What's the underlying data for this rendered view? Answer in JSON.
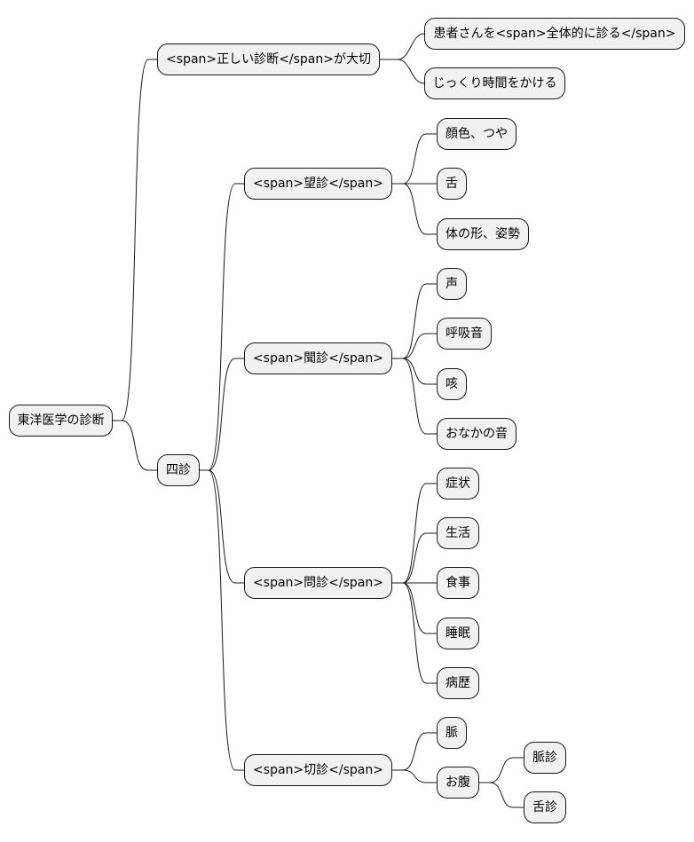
{
  "diagram": {
    "type": "mindmap",
    "root": {
      "label": "東洋医学の診断",
      "children": [
        {
          "label": "<span>正しい診断</span>が大切",
          "children": [
            {
              "label": "患者さんを<span>全体的に診る</span>"
            },
            {
              "label": "じっくり時間をかける"
            }
          ]
        },
        {
          "label": "四診",
          "children": [
            {
              "label": "<span>望診</span>",
              "children": [
                {
                  "label": "顔色、つや"
                },
                {
                  "label": "舌"
                },
                {
                  "label": "体の形、姿勢"
                }
              ]
            },
            {
              "label": "<span>聞診</span>",
              "children": [
                {
                  "label": "声"
                },
                {
                  "label": "呼吸音"
                },
                {
                  "label": "咳"
                },
                {
                  "label": "おなかの音"
                }
              ]
            },
            {
              "label": "<span>問診</span>",
              "children": [
                {
                  "label": "症状"
                },
                {
                  "label": "生活"
                },
                {
                  "label": "食事"
                },
                {
                  "label": "睡眠"
                },
                {
                  "label": "病歴"
                }
              ]
            },
            {
              "label": "<span>切診</span>",
              "children": [
                {
                  "label": "脈"
                },
                {
                  "label": "お腹",
                  "children": [
                    {
                      "label": "脈診"
                    },
                    {
                      "label": "舌診"
                    }
                  ]
                }
              ]
            }
          ]
        }
      ]
    }
  },
  "colors": {
    "node_fill": "#f1f1f1",
    "node_border": "#181818",
    "edge": "#181818",
    "background": "#ffffff"
  }
}
